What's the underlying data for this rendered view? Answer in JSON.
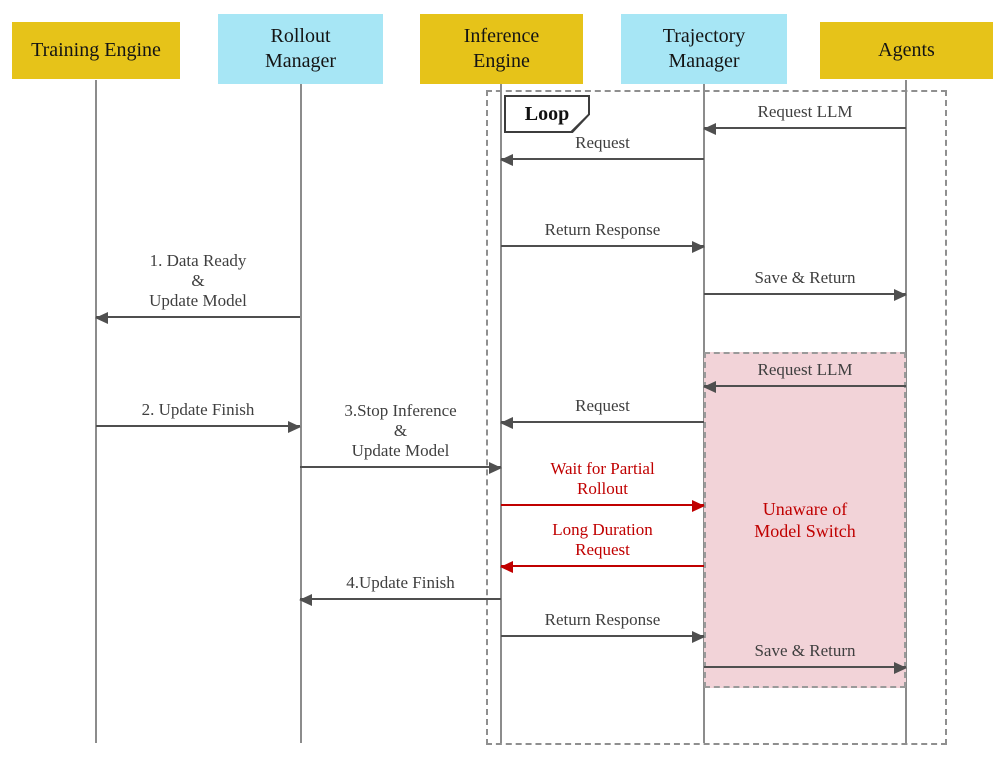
{
  "diagram": {
    "type": "sequence-diagram",
    "actors": [
      {
        "id": "training-engine",
        "label": "Training Engine"
      },
      {
        "id": "rollout-manager",
        "label": "Rollout\nManager"
      },
      {
        "id": "inference-engine",
        "label": "Inference\nEngine"
      },
      {
        "id": "trajectory-manager",
        "label": "Trajectory\nManager"
      },
      {
        "id": "agents",
        "label": "Agents"
      }
    ],
    "loop_label": "Loop",
    "region_note": {
      "label": "Unaware of\nModel Switch"
    },
    "colors": {
      "actor_yellow": "#E6C319",
      "actor_cyan": "#A7E6F5",
      "lifeline_gray": "#8c8c8c",
      "arrow_gray": "#4f4f4f",
      "arrow_red": "#C00000",
      "region_pink": "#F2D3D8"
    },
    "messages": [
      {
        "label": "Request LLM",
        "from": "Agents",
        "to": "Trajectory Manager",
        "color": "gray"
      },
      {
        "label": "Request",
        "from": "Trajectory Manager",
        "to": "Inference Engine",
        "color": "gray"
      },
      {
        "label": "Return Response",
        "from": "Inference Engine",
        "to": "Trajectory Manager",
        "color": "gray"
      },
      {
        "label": "Save & Return",
        "from": "Trajectory Manager",
        "to": "Agents",
        "color": "gray"
      },
      {
        "label": "1. Data Ready\n&\nUpdate Model",
        "from": "Rollout Manager",
        "to": "Training Engine",
        "color": "gray"
      },
      {
        "label": "Request LLM",
        "from": "Agents",
        "to": "Trajectory Manager",
        "color": "gray"
      },
      {
        "label": "2. Update Finish",
        "from": "Training Engine",
        "to": "Rollout Manager",
        "color": "gray"
      },
      {
        "label": "Request",
        "from": "Trajectory Manager",
        "to": "Inference Engine",
        "color": "gray"
      },
      {
        "label": "3.Stop Inference\n&\nUpdate Model",
        "from": "Rollout Manager",
        "to": "Inference Engine",
        "color": "gray"
      },
      {
        "label": "Wait for Partial\nRollout",
        "from": "Inference Engine",
        "to": "Trajectory Manager",
        "color": "red"
      },
      {
        "label": "Long Duration\nRequest",
        "from": "Trajectory Manager",
        "to": "Inference Engine",
        "color": "red"
      },
      {
        "label": "4.Update Finish",
        "from": "Inference Engine",
        "to": "Rollout Manager",
        "color": "gray"
      },
      {
        "label": "Return Response",
        "from": "Inference Engine",
        "to": "Trajectory Manager",
        "color": "gray"
      },
      {
        "label": "Save & Return",
        "from": "Trajectory Manager",
        "to": "Agents",
        "color": "gray"
      }
    ]
  }
}
